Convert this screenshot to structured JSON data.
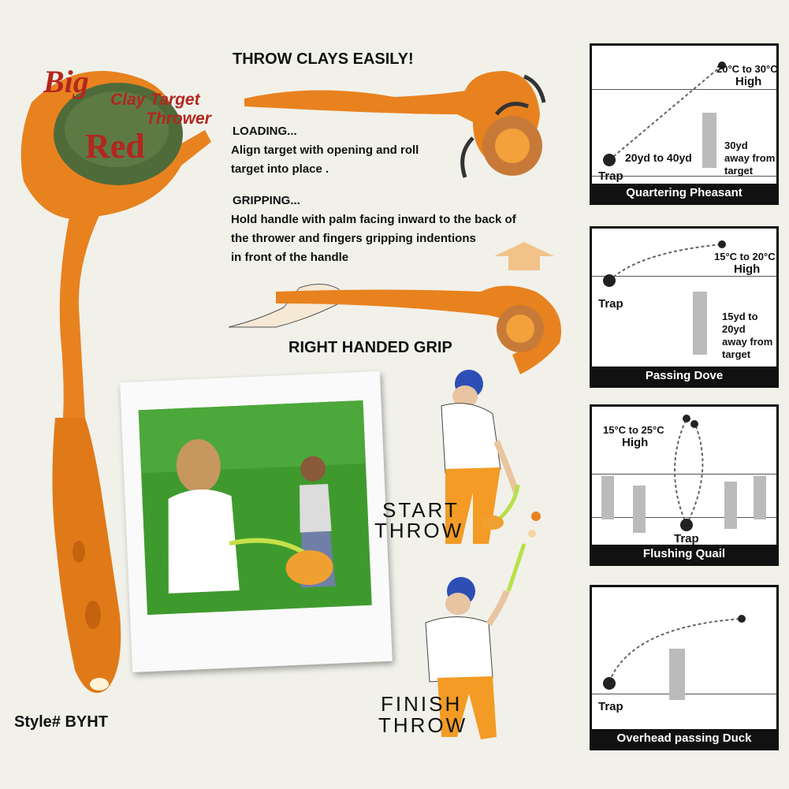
{
  "product": {
    "brand_word1": "Big",
    "brand_word2": "Red",
    "subtitle_line1": "Clay Target",
    "subtitle_line2": "Thrower",
    "style_number": "Style# BYHT"
  },
  "instructions": {
    "headline": "THROW CLAYS EASILY!",
    "loading_title": "LOADING...",
    "loading_line1": "Align target with opening and roll",
    "loading_line2": "target into place .",
    "gripping_title": "GRIPPING...",
    "gripping_line1": "Hold handle with palm facing inward to the back of",
    "gripping_line2": "the thrower and fingers gripping indentions",
    "gripping_line3": "in front of the handle",
    "grip_caption": "RIGHT HANDED GRIP"
  },
  "throw_steps": {
    "start_line1": "START",
    "start_line2": "THROW",
    "finish_line1": "FINISH",
    "finish_line2": "THROW"
  },
  "panels": {
    "quartering": {
      "angle": "20°C to 30°C",
      "height": "High",
      "distance": "20yd to 40yd",
      "away_1": "30yd",
      "away_2": "away  from",
      "away_3": "target",
      "trap": "Trap",
      "caption": "Quartering  Pheasant"
    },
    "dove": {
      "angle": "15°C to 20°C",
      "height": "High",
      "trap": "Trap",
      "away_1": "15yd to",
      "away_2": "20yd",
      "away_3": "away  from",
      "away_4": "target",
      "caption": "Passing  Dove"
    },
    "quail": {
      "angle": "15°C to 25°C",
      "height": "High",
      "trap": "Trap",
      "caption": "Flushing  Quail"
    },
    "duck": {
      "trap": "Trap",
      "caption": "Overhead passing Duck"
    }
  },
  "colors": {
    "orange": "#e8821f",
    "brand_red": "#b3261e",
    "clay_green": "#4f6b3a",
    "grass": "#3f9a2e",
    "panel_black": "#111111"
  }
}
